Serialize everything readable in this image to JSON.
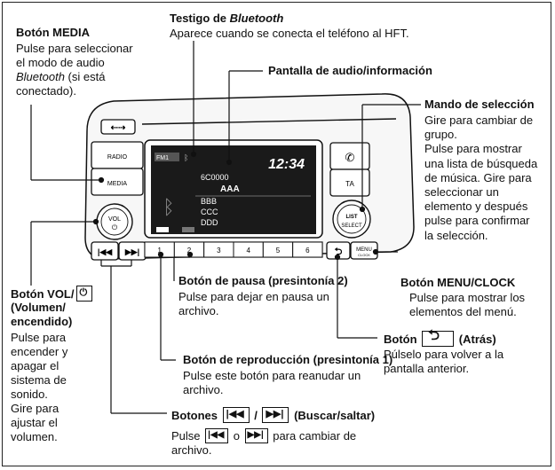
{
  "callouts": {
    "bluetooth_indicator": {
      "title_prefix": "Testigo de ",
      "title_italic": "Bluetooth",
      "desc": "Aparece cuando se conecta el teléfono al HFT."
    },
    "media_button": {
      "title": "Botón MEDIA",
      "line1": "Pulse para seleccionar",
      "line2": "el modo de audio",
      "line3_italic": "Bluetooth",
      "line3_rest": " (si está",
      "line4": "conectado)."
    },
    "audio_screen": {
      "title": "Pantalla de audio/información"
    },
    "selector_knob": {
      "title": "Mando de selección",
      "lines": [
        "Gire para cambiar de",
        "grupo.",
        "Pulse para mostrar",
        "una lista de búsqueda",
        "de música. Gire para",
        "seleccionar un",
        "elemento y después",
        "pulse para confirmar",
        "la selección."
      ]
    },
    "menu_clock": {
      "title": "Botón MENU/CLOCK",
      "lines": [
        "Pulse para mostrar los",
        "elementos del menú."
      ]
    },
    "back_button": {
      "title_prefix": "Botón ",
      "title_suffix": " (Atrás)",
      "lines": [
        "Púlselo para volver a la",
        "pantalla anterior."
      ]
    },
    "vol_button": {
      "title_lines": [
        "Botón VOL/",
        "(Volumen/",
        "encendido)"
      ],
      "lines": [
        "Pulse para",
        "encender y",
        "apagar el",
        "sistema de",
        "sonido.",
        "Gire para",
        "ajustar el",
        "volumen."
      ]
    },
    "pause_button": {
      "title": "Botón de pausa (presintonía 2)",
      "lines": [
        "Pulse para dejar en pausa un",
        "archivo."
      ]
    },
    "play_button": {
      "title": "Botón de reproducción (presintonía 1)",
      "lines": [
        "Pulse este botón para reanudar un",
        "archivo."
      ]
    },
    "seek_buttons": {
      "title_prefix": "Botones ",
      "title_sep": " / ",
      "title_suffix": " (Buscar/saltar)",
      "line1_prefix": "Pulse ",
      "line1_mid": " o ",
      "line1_suffix": " para cambiar de",
      "line2": "archivo."
    }
  },
  "unit": {
    "radio_label": "RADIO",
    "media_label": "MEDIA",
    "ta_label": "TA",
    "vol_label": "VOL",
    "list_label": "LIST",
    "select_label": "SELECT",
    "menu_label": "MENU",
    "clock_label": "CLOCK",
    "preset_labels": [
      "1",
      "2",
      "3",
      "4",
      "5",
      "6"
    ],
    "screen": {
      "fm_label": "FM1",
      "clock": "12:34",
      "track_number": "6C0000",
      "track_title": "AAA",
      "items": [
        "BBB",
        "CCC",
        "DDD"
      ]
    }
  },
  "colors": {
    "line": "#111111",
    "screen_bg": "#1a1a1a",
    "panel": "#f2f2f2"
  }
}
